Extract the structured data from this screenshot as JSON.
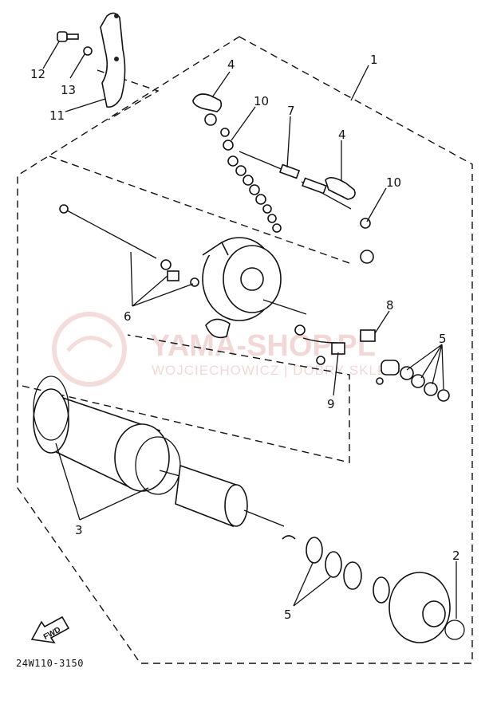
{
  "diagram": {
    "callouts": [
      {
        "id": "c1",
        "label": "1"
      },
      {
        "id": "c2",
        "label": "2"
      },
      {
        "id": "c3",
        "label": "3"
      },
      {
        "id": "c4a",
        "label": "4"
      },
      {
        "id": "c4b",
        "label": "4"
      },
      {
        "id": "c5a",
        "label": "5"
      },
      {
        "id": "c5b",
        "label": "5"
      },
      {
        "id": "c6",
        "label": "6"
      },
      {
        "id": "c7",
        "label": "7"
      },
      {
        "id": "c8",
        "label": "8"
      },
      {
        "id": "c9",
        "label": "9"
      },
      {
        "id": "c10a",
        "label": "10"
      },
      {
        "id": "c10b",
        "label": "10"
      },
      {
        "id": "c11",
        "label": "11"
      },
      {
        "id": "c12",
        "label": "12"
      },
      {
        "id": "c13",
        "label": "13"
      }
    ],
    "drawing_code": "24W110-3150",
    "direction_marker": "FWD"
  },
  "watermark": {
    "title": "YAMA-SHOP.PL",
    "subtitle": "WOJCIECHOWICZ | DOBRY SKLEP"
  }
}
